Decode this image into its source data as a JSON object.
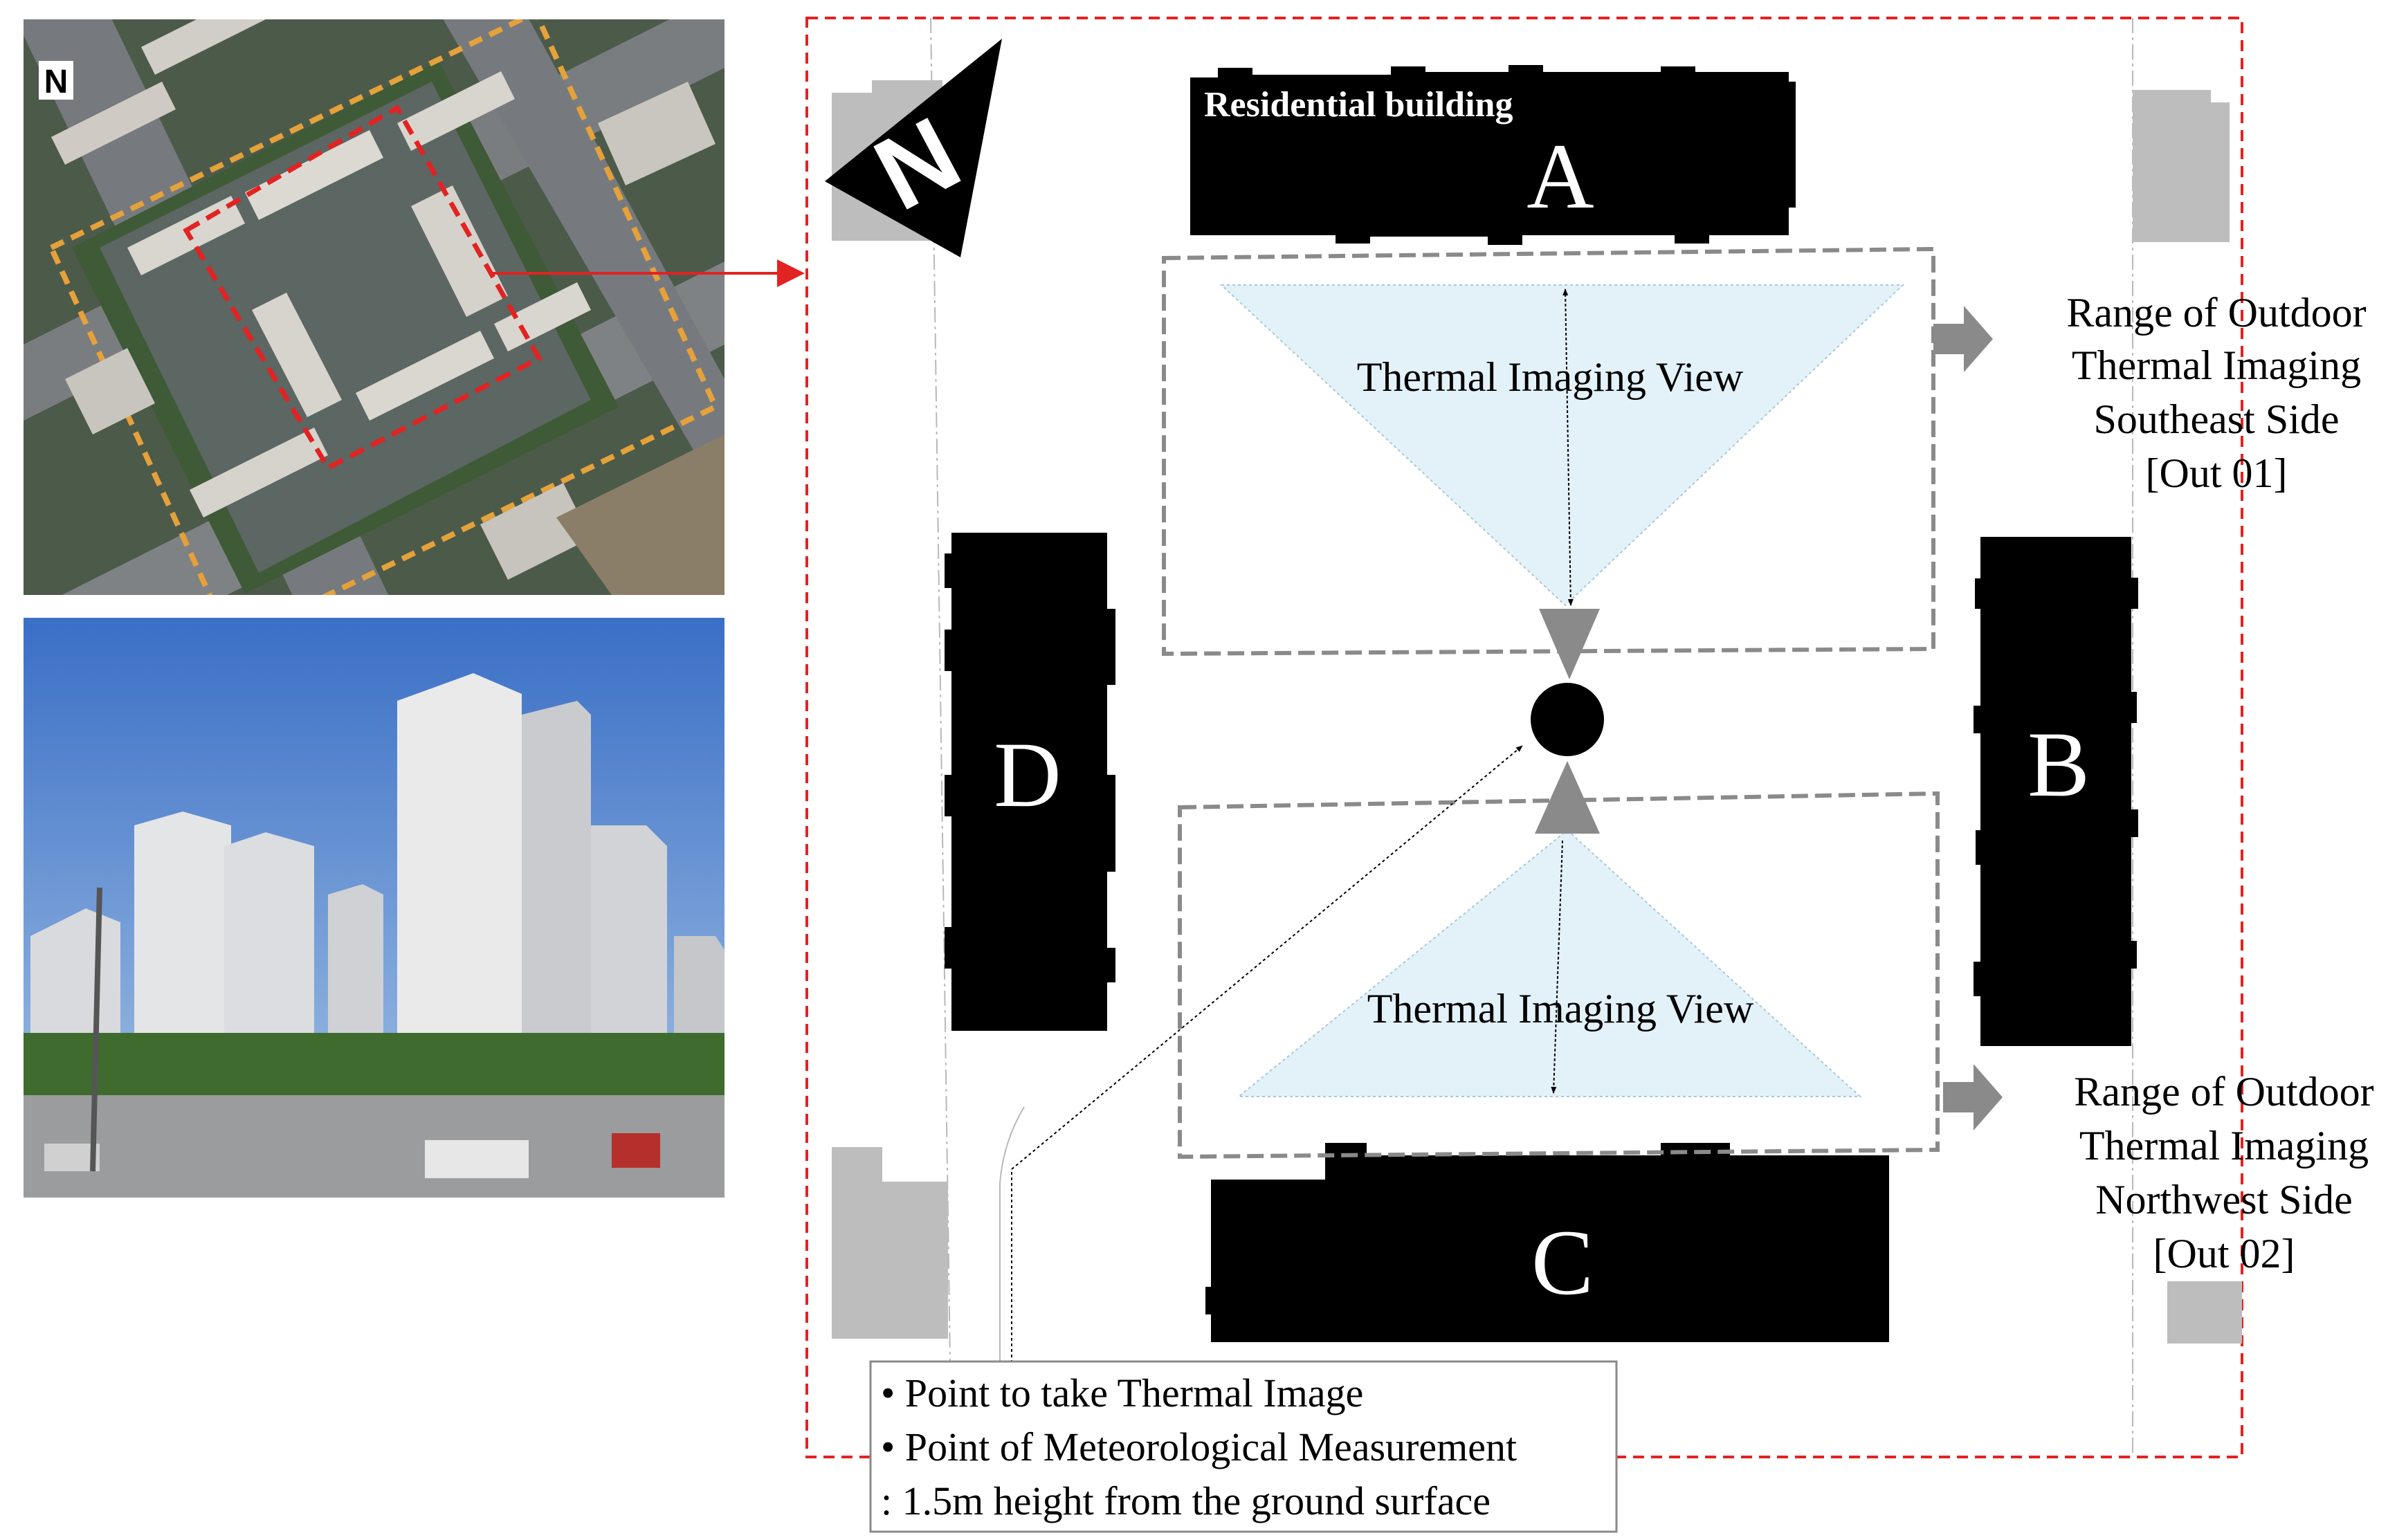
{
  "aerial_photo": {
    "north_label": "N"
  },
  "site_plan": {
    "north_label": "N",
    "buildings": {
      "a": {
        "letter": "A",
        "caption": "Residential building"
      },
      "b": {
        "letter": "B"
      },
      "c": {
        "letter": "C"
      },
      "d": {
        "letter": "D"
      }
    },
    "views": {
      "upper": {
        "label": "Thermal Imaging View"
      },
      "lower": {
        "label": "Thermal Imaging View"
      }
    },
    "ranges": {
      "southeast": {
        "lines": [
          "Range of Outdoor",
          "Thermal Imaging",
          "Southeast Side",
          "[Out 01]"
        ]
      },
      "northwest": {
        "lines": [
          "Range of Outdoor",
          "Thermal Imaging",
          "Northwest Side",
          "[Out 02]"
        ]
      }
    },
    "legend": {
      "line1": "• Point to take Thermal Image",
      "line2": "• Point of Meteorological Measurement",
      "line3": ": 1.5m height from the ground surface"
    }
  },
  "colors": {
    "building": "#000000",
    "neighbor": "#bdbdbd",
    "view_fill": "#e3f1f8",
    "dashed_red": "#e32222",
    "dashed_gray": "#8a8a8a",
    "aerial_boundary": "#e5a13a"
  }
}
